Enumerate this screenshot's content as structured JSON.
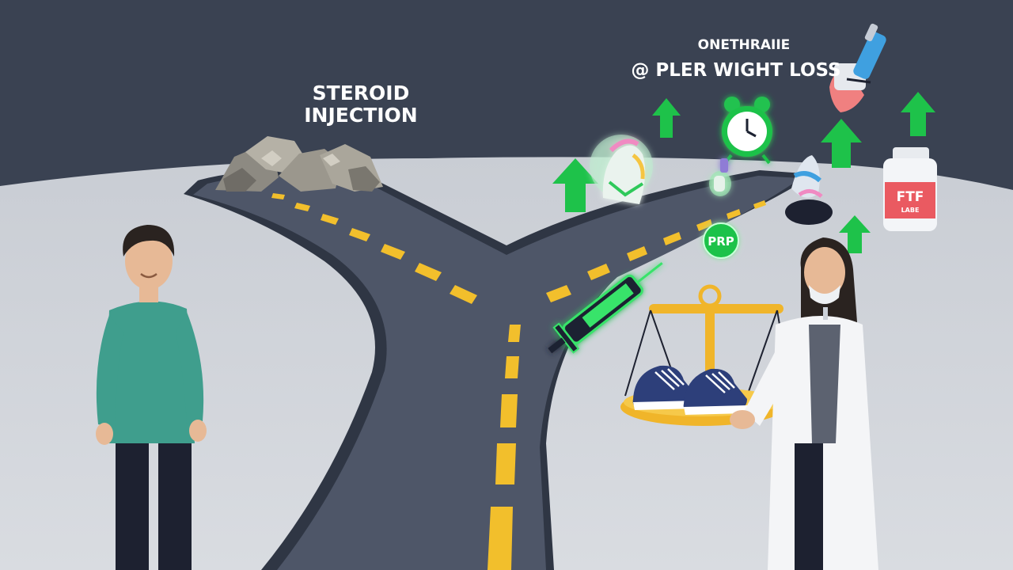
{
  "labels": {
    "left_line1": "STEROID",
    "left_line2": "INJECTION",
    "right_line1": "ONETHRAIIE",
    "right_line2": "@ PLER WIGHT LOSS",
    "prp_badge": "PRP",
    "bottle_main": "FTF",
    "bottle_sub": "LABE"
  },
  "colors": {
    "sky": "#3a4252",
    "ground": "#d0d4da",
    "road": "#4e5668",
    "road_edge": "#2f3644",
    "dash": "#f2bf2c",
    "arrow": "#1ec24a",
    "glow": "#39e36a",
    "scale": "#f0b52a",
    "shirt": "#3f9e8d",
    "pants": "#1d2130",
    "coat": "#f4f5f7"
  },
  "icons": [
    "rock-pile-icon",
    "up-arrow-icon",
    "alarm-clock-icon",
    "syringe-icon",
    "medicine-bottle-icon",
    "balance-scale-icon",
    "sneaker-icon",
    "knee-model-icon"
  ]
}
